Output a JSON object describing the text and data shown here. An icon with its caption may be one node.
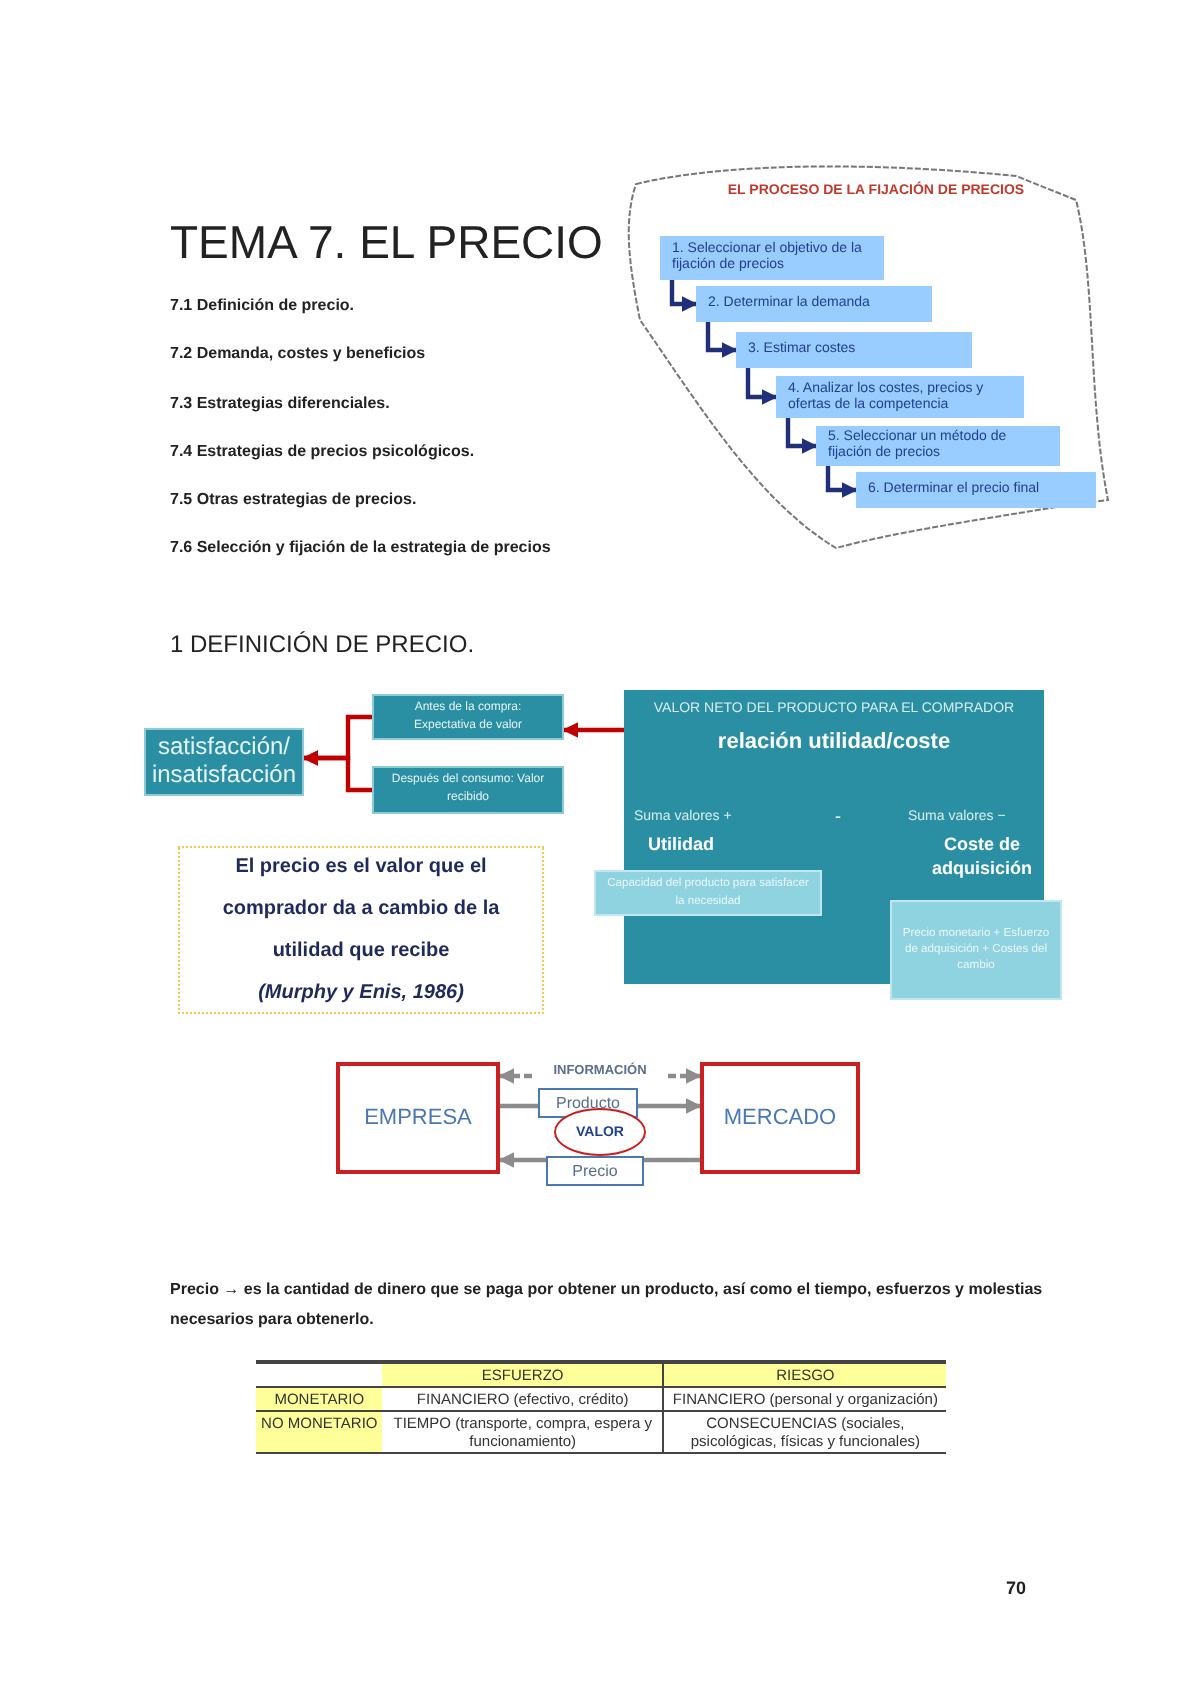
{
  "diagram": {
    "title": "TEMA 7. EL PRECIO",
    "nodes": [
      {
        "text": [
          "EL PROCESO DE LA FIJACIÓN DE PRECIOS"
        ]
      },
      {
        "text": [
          "1. Seleccionar el objetivo de la fijación de precios"
        ],
        "in": 0
      },
      {
        "text": [
          "2. Determinar la demanda"
        ],
        "in": 0
      },
      {
        "text": [
          "3. Estimar costes"
        ],
        "in": 0
      },
      {
        "text": [
          "4. Analizar los costes, precios y ofertas de la competencia"
        ],
        "in": 0
      },
      {
        "text": [
          "5. Seleccionar un método de fijación de precios"
        ],
        "in": 0
      },
      {
        "text": [
          "6. Determinar el precio final"
        ],
        "in": 0
      },
      {
        "text": [
          "satisfacción/ insatisfacción"
        ]
      },
      {
        "text": [
          "Antes de la compra: Expectativa de valor"
        ]
      },
      {
        "text": [
          "Después del consumo: Valor recibido"
        ]
      },
      {
        "text": [
          "VALOR NETO DEL PRODUCTO PARA EL COMPRADOR",
          "relación utilidad/coste",
          "Suma valores +",
          "Utilidad",
          "-",
          "Suma valores −",
          "Coste de adquisición"
        ]
      },
      {
        "text": [
          "Capacidad del producto para satisfacer la necesidad"
        ]
      },
      {
        "text": [
          "Precio monetario + Esfuerzo de adquisición + Costes del cambio"
        ]
      },
      {
        "text": [
          "El precio es el valor que el comprador da a cambio de la utilidad que recibe",
          "(Murphy y Enis, 1986)"
        ]
      },
      {
        "text": [
          "EMPRESA"
        ]
      },
      {
        "text": [
          "MERCADO"
        ]
      },
      {
        "text": [
          "VALOR"
        ]
      }
    ],
    "edges": [
      {
        "from": 1,
        "to": 2,
        "arrow": "to"
      },
      {
        "from": 2,
        "to": 3,
        "arrow": "to"
      },
      {
        "from": 3,
        "to": 4,
        "arrow": "to"
      },
      {
        "from": 4,
        "to": 5,
        "arrow": "to"
      },
      {
        "from": 5,
        "to": 6,
        "arrow": "to"
      },
      {
        "from": 8,
        "to": 7,
        "arrow": "to",
        "color": "#c00000"
      },
      {
        "from": 9,
        "to": 7,
        "arrow": "to",
        "color": "#c00000"
      },
      {
        "from": 10,
        "to": 8,
        "arrow": "to",
        "color": "#c00000"
      },
      {
        "from": 14,
        "to": 15,
        "arrow": "both",
        "style": "dashed",
        "color": "#8c8c8c",
        "label": "INFORMACIÓN"
      },
      {
        "from": 14,
        "to": 15,
        "arrow": "to",
        "color": "#8c8c8c",
        "label": "Producto"
      },
      {
        "from": 15,
        "to": 14,
        "arrow": "to",
        "color": "#8c8c8c",
        "label": "Precio"
      }
    ],
    "labels": [
      "7.1 Definición de precio.",
      "7.2 Demanda, costes y beneficios",
      "7.3 Estrategias diferenciales.",
      "7.4 Estrategias de precios psicológicos.",
      "7.5 Otras estrategias de precios.",
      "7.6 Selección y fijación de la estrategia de precios",
      "1 DEFINICIÓN DE PRECIO.",
      "Precio → es la cantidad de dinero que se paga por obtener un producto, así como el tiempo, esfuerzos y molestias necesarios para obtenerlo.",
      "ESFUERZO",
      "RIESGO",
      "MONETARIO",
      "FINANCIERO (efectivo, crédito)",
      "FINANCIERO (personal y organización)",
      "NO MONETARIO",
      "TIEMPO (transporte, compra, espera y funcionamiento)",
      "CONSECUENCIAS (sociales, psicológicas, físicas y funcionales)",
      "70"
    ]
  }
}
